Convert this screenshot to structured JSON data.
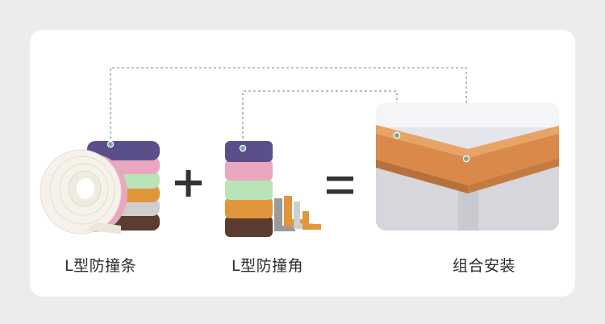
{
  "items": [
    {
      "label": "L型防撞条"
    },
    {
      "label": "L型防撞角"
    },
    {
      "label": "组合安装"
    }
  ],
  "operators": {
    "plus": "+",
    "equals": "="
  },
  "colors": {
    "background": "#ececec",
    "card": "#ffffff",
    "connector": "#7fa69a",
    "strip_stack": [
      "#5b4f8a",
      "#e9a7c0",
      "#b9e4b8",
      "#e1963c",
      "#cfcfcf",
      "#5a3d30"
    ],
    "corner_stack": [
      "#5b4f8a",
      "#e9a7c0",
      "#b9e4b8",
      "#e1963c",
      "#5a3d30"
    ],
    "roll": "#f6f2ea",
    "installed_guard": "#d98a4a",
    "wall": "#d8d8df"
  }
}
